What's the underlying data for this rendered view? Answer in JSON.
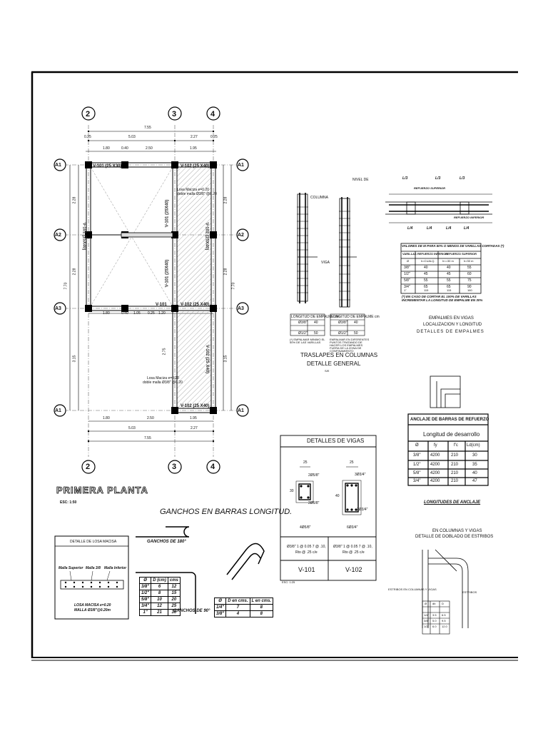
{
  "plan": {
    "axes_top": [
      "2",
      "3",
      "4"
    ],
    "axes_side": [
      "A1",
      "A2",
      "A3",
      "A1"
    ],
    "dim_total": "7.55",
    "dim_a": "5.03",
    "dim_b": "2.27",
    "dim_t1": "1.80",
    "dim_t2": "0.40",
    "dim_t3": "2.50",
    "dim_t4": "1.95",
    "dim_c1": "0.25",
    "dim_c2": "0.25",
    "dim_m1": "1.80",
    "dim_m2": "0.40",
    "dim_m3": "1.05",
    "dim_m4": "0.25",
    "dim_m5": "1.20",
    "dim_left_1": "2.28",
    "dim_left_2": "2.28",
    "dim_left_tot": "7.70",
    "dim_left_3": "3.15",
    "dim_right_1": "2.28",
    "dim_right_2": "2.28",
    "dim_right_tot": "7.70",
    "dim_right_3": "3.15",
    "dim_mid_v": "2.75",
    "beam_v101a": "V-101 (25 X30)",
    "beam_v102a": "V-102 (25 X40)",
    "beam_v101b": "V-101",
    "beam_v102b": "V-102 (25 X40)",
    "beam_v102c": "V-102 (25 X40)",
    "beam_vert_l": "V-101 (25X40)",
    "beam_vert_c": "V-101 (25X40)",
    "beam_vert_r": "V-102 (25X40)",
    "beam_vert_c2": "V-101 (25X40)",
    "beam_vert_r2": "V-102 (25 X40)",
    "slab_note1": "Losa Maciza e=0.20",
    "slab_note2": "doble malla Ø3/8\" @0.20",
    "slab_note3": "Losa Maciza e=0.20",
    "slab_note4": "doble malla Ø3/8\" @0.20",
    "title": "PRIMERA PLANTA",
    "scale": "ESC: 1:50"
  },
  "hooks": {
    "title": "GANCHOS  EN  BARRAS  LONGITUD.",
    "g180": "GANCHOS  DE  180°",
    "g90": "GANCHOS  DE  90°",
    "table1_head": [
      "Ø",
      "D (cm)",
      "cms"
    ],
    "table1_rows": [
      [
        "3/8\"",
        "6",
        "12"
      ],
      [
        "1/2\"",
        "8",
        "15"
      ],
      [
        "5/8\"",
        "10",
        "20"
      ],
      [
        "3/4\"",
        "12",
        "25"
      ],
      [
        "1\"",
        "21",
        "30"
      ]
    ],
    "table2_head": [
      "Ø",
      "D en cms.",
      "L en cms."
    ],
    "table2_rows": [
      [
        "1/4\"",
        "7",
        "8"
      ],
      [
        "3/8\"",
        "4",
        "8"
      ]
    ]
  },
  "slab_detail": {
    "title": "DETALLE DE LOSA MACISA",
    "label1": "Malla Superior",
    "label2": "Malla  3/8",
    "label3": "Malla Inferior",
    "note1": "LOSA MACISA  e=0.20",
    "note2": "MALLA  Ø3/8\"@0.20m"
  },
  "columns": {
    "title1": "TRASLAPES EN COLUMNAS",
    "title2": "DETALLE GENERAL",
    "sub": "S/E",
    "label_col": "COLUMNA",
    "label_viga": "VIGA",
    "label_nivel": "NIVEL DE",
    "table_head": "LONGITUD DE EMPALME cm",
    "rows_a": [
      [
        "Ø3/8\"",
        "40"
      ],
      [
        "Ø1/2\"",
        "50"
      ]
    ],
    "note_a": "(*) EMPALMAR MINIMO EL 50% DE LAS VARILLAS",
    "note_b": "EMPALMAR EN DIFERENTES PUNTOS TRATANDO DE HACER LOS EMPALMES FUERA DE LA ZONA DE CONFINAMIENTO"
  },
  "splices": {
    "lbl_l3a": "L/3",
    "lbl_l3b": "L/3",
    "lbl_l3c": "L/3",
    "lbl_l4a": "L/4",
    "lbl_l4b": "L/4",
    "lbl_l4c": "L/4",
    "lbl_l4d": "L/4",
    "lbl_sup": "REFUERZO SUPERIOR",
    "lbl_inf": "REFUERZO INFERIOR",
    "table_title": "VALORES DE M PARA 50% O MENOS DE VARILLAS CORTADAS (*)",
    "head": [
      "VARILLAS",
      "REFUERZO INFERIOR",
      "REFUERZO SUPERIOR"
    ],
    "sub_head": [
      "Ø",
      "h=CUALQ.",
      "h<=30 m",
      "h>30 m"
    ],
    "rows": [
      [
        "3/8\"",
        "40",
        "40",
        "55"
      ],
      [
        "1/2\"",
        "45",
        "45",
        "60"
      ],
      [
        "5/8\"",
        "55",
        "55",
        "75"
      ],
      [
        "3/4\"",
        "65",
        "65",
        "90"
      ],
      [
        "1\"",
        "115",
        "115",
        "160"
      ]
    ],
    "note": "(*) EN CASO DE CORTAR EL 100% DE VARILLAS INCREMENTAR LA LONGITUD DE EMPALME EN 30%",
    "cap1": "EMPALMES EN VIGAS",
    "cap2": "LOCALIZACION Y LONGITUD",
    "cap3": "DETALLES  DE  EMPALMES"
  },
  "anchor": {
    "title": "ANCLAJE  DE  BARRAS  DE  REFUERZO",
    "sub": "Longitud de desarrollo",
    "head": [
      "Ø",
      "fy",
      "f'c",
      "Ld(cm)"
    ],
    "rows": [
      [
        "3/8\"",
        "4200",
        "210",
        "30"
      ],
      [
        "1/2\"",
        "4200",
        "210",
        "35"
      ],
      [
        "5/8\"",
        "4200",
        "210",
        "40"
      ],
      [
        "3/4\"",
        "4200",
        "210",
        "47"
      ]
    ],
    "caption": "LONGITUDES  DE  ANCLAJE"
  },
  "beams": {
    "title": "DETALLES DE VIGAS",
    "v101_top": "2Ø5/8\"",
    "v101_bot": "2Ø5/8\"",
    "v101_mid": "4Ø5/8\"",
    "v102_top": "3Ø3/4\"",
    "v102_bot": "3Ø3/4\"",
    "v102_mid": "6Ø3/4\"",
    "dim_25": "25",
    "dim_30": "30",
    "dim_40": "40",
    "stirrup1": "Ø3/8\" 1 @ 0.05 7 @ .10,",
    "stirrup1b": "Rto @ .25 c/e",
    "stirrup2": "Ø3/8\" 1 @ 0.05 7 @ .10,",
    "stirrup2b": "Rto @ .25 c/e",
    "name1": "V-101",
    "name2": "V-102",
    "sub": "ESC: 1:25"
  },
  "stirrups": {
    "cap1": "EN COLUMNAS Y VIGAS",
    "cap2": "DETALLE DE DOBLADO DE ESTRIBOS",
    "lbl1": "ESTRIBOS EN COLUMNAS Y VIGAS",
    "lbl2": "ESTRIBOS",
    "head": [
      "Ø",
      "db",
      "D"
    ],
    "rows": [
      [
        "1/4\"",
        "3.5",
        "6.5"
      ],
      [
        "3/8\"",
        "5.0",
        "9.5"
      ],
      [
        "1/2\"",
        "6.0",
        "12.0"
      ]
    ]
  }
}
